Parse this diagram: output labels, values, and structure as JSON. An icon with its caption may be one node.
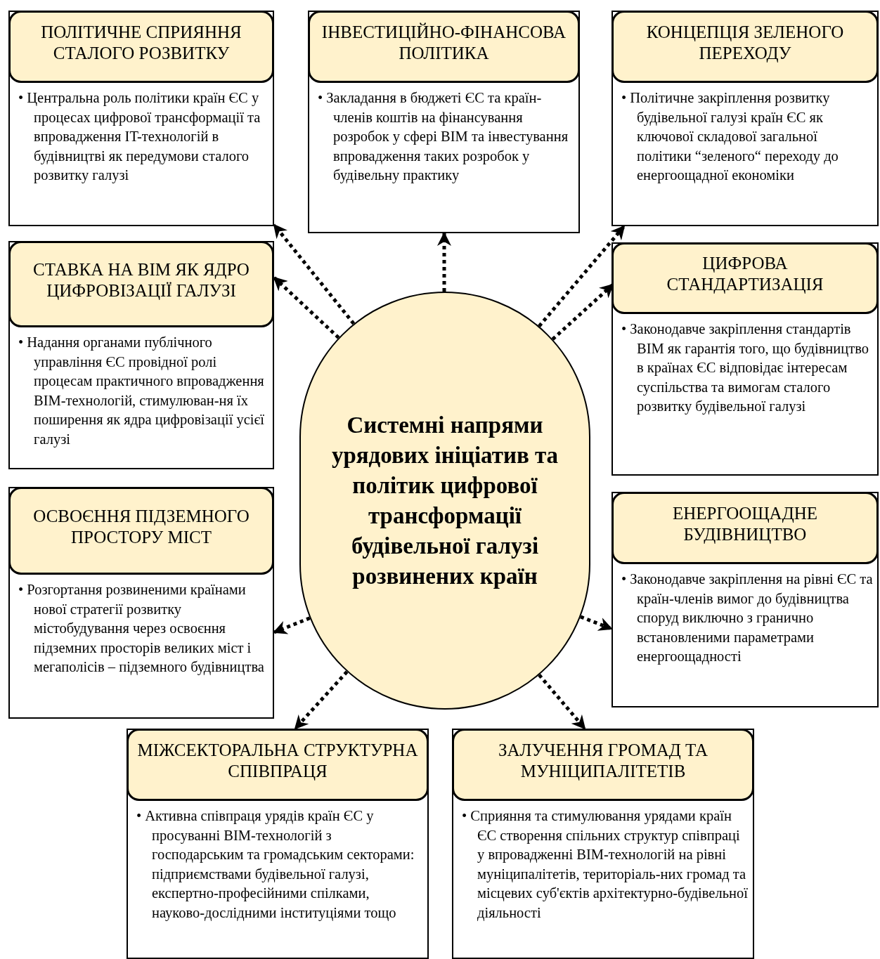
{
  "diagram": {
    "nodes": [
      {
        "text": [
          "ПОЛІТИЧНЕ СПРИЯННЯ СТАЛОГО РОЗВИТКУ",
          "• Центральна роль політики країн ЄС у процесах цифрової трансформації та впровадження IT-технологій в будівництві як передумови сталого розвитку галузі"
        ]
      },
      {
        "text": [
          "ІНВЕСТИЦІЙНО-ФІНАНСОВА ПОЛІТИКА",
          "• Закладання в бюджеті ЄС та країн-членів коштів на фінансування розробок у сфері BIM та інвестування впровадження таких розробок у будівельну практику"
        ]
      },
      {
        "text": [
          "КОНЦЕПЦІЯ ЗЕЛЕНОГО ПЕРЕХОДУ",
          "• Політичне закріплення розвитку будівельної галузі країн ЄС як ключової складової загальної політики “зеленого“ переходу до енергоощадної економіки"
        ]
      },
      {
        "text": [
          "СТАВКА НА BIM ЯК ЯДРО ЦИФРОВІЗАЦІЇ ГАЛУЗІ",
          "• Надання органами публічного управління ЄС провідної ролі процесам практичного впровадження BIM-технологій, стимулюван-ня їх поширення як ядра цифровізації усієї галузі"
        ]
      },
      {
        "text": [
          "ЦИФРОВА СТАНДАРТИЗАЦІЯ",
          "• Законодавче закріплення стандартів BIM як гарантія того, що будівництво в країнах ЄС відповідає інтересам суспільства та вимогам сталого розвитку будівельної галузі"
        ]
      },
      {
        "text": [
          "Системні напрями урядових ініціатив та політик цифрової трансформації будівельної галузі розвинених країн"
        ]
      },
      {
        "text": [
          "ОСВОЄННЯ ПІДЗЕМНОГО ПРОСТОРУ МІСТ",
          "• Розгортання розвиненими країнами нової стратегії розвитку містобудування через освоєння підземних просторів великих міст і мегаполісів – підземного будівництва"
        ]
      },
      {
        "text": [
          "ЕНЕРГООЩАДНЕ БУДІВНИЦТВО",
          "• Законодавче закріплення на рівні ЄС та країн-членів вимог до будівництва споруд виключно з гранично встановленими параметрами енергоощадності"
        ]
      },
      {
        "text": [
          "МІЖСЕКТОРАЛЬНА СТРУКТУРНА СПІВПРАЦЯ",
          "• Активна співпраця урядів країн ЄС у просуванні BIM-технологій з господарським та громадським секторами: підприємствами будівельної галузі, експертно-професійними спілками, науково-дослідними інституціями тощо"
        ]
      },
      {
        "text": [
          "ЗАЛУЧЕННЯ ГРОМАД ТА МУНІЦИПАЛІТЕТІВ",
          "• Сприяння та стимулювання урядами країн ЄС створення спільних структур співпраці у впровадженні BIM-технологій на рівні муніципалітетів, територіаль-них громад та місцевих суб'єктів архітектурно-будівельної діяльності"
        ]
      }
    ],
    "edges": [
      {
        "from": 5,
        "to": 0,
        "arrow": "to",
        "style": "dashed"
      },
      {
        "from": 5,
        "to": 1,
        "arrow": "to",
        "style": "dashed"
      },
      {
        "from": 5,
        "to": 2,
        "arrow": "to",
        "style": "dashed"
      },
      {
        "from": 5,
        "to": 3,
        "arrow": "to",
        "style": "dashed"
      },
      {
        "from": 5,
        "to": 4,
        "arrow": "to",
        "style": "dashed"
      },
      {
        "from": 5,
        "to": 6,
        "arrow": "to",
        "style": "dashed"
      },
      {
        "from": 5,
        "to": 7,
        "arrow": "to",
        "style": "dashed"
      },
      {
        "from": 5,
        "to": 8,
        "arrow": "to",
        "style": "dashed"
      },
      {
        "from": 5,
        "to": 9,
        "arrow": "to",
        "style": "dashed"
      }
    ]
  }
}
